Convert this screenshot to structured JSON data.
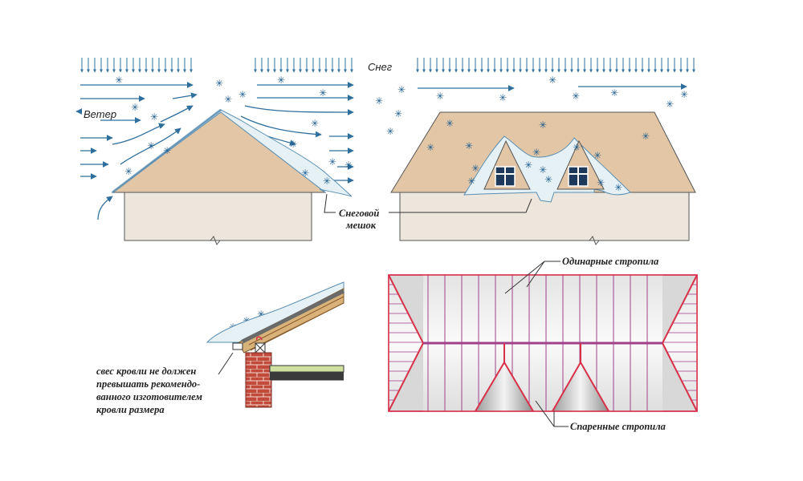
{
  "labels": {
    "snow": "Снег",
    "wind": "Ветер",
    "snow_bag_line1": "Снеговой",
    "snow_bag_line2": "мешок",
    "single_rafters": "Одинарные стропила",
    "paired_rafters": "Спаренные стропила",
    "overhang_note": [
      "свес кровли не должен",
      "превышать рекомендо-",
      "ванного  изготовителем",
      "кровли размера"
    ]
  },
  "colors": {
    "arrow": "#2f6f9e",
    "snowflake": "#1d5d8f",
    "roof": "#e2c6a6",
    "wall": "#ece6dc",
    "snow": "#e6f1f6",
    "brick": "#c24a3a",
    "rafter_red": "#d9304a",
    "rafter_purple": "#a0418a"
  },
  "icons": [
    "snowflake-icon",
    "wind-arrow-icon",
    "snowfall-arrow-icon",
    "window-icon"
  ]
}
